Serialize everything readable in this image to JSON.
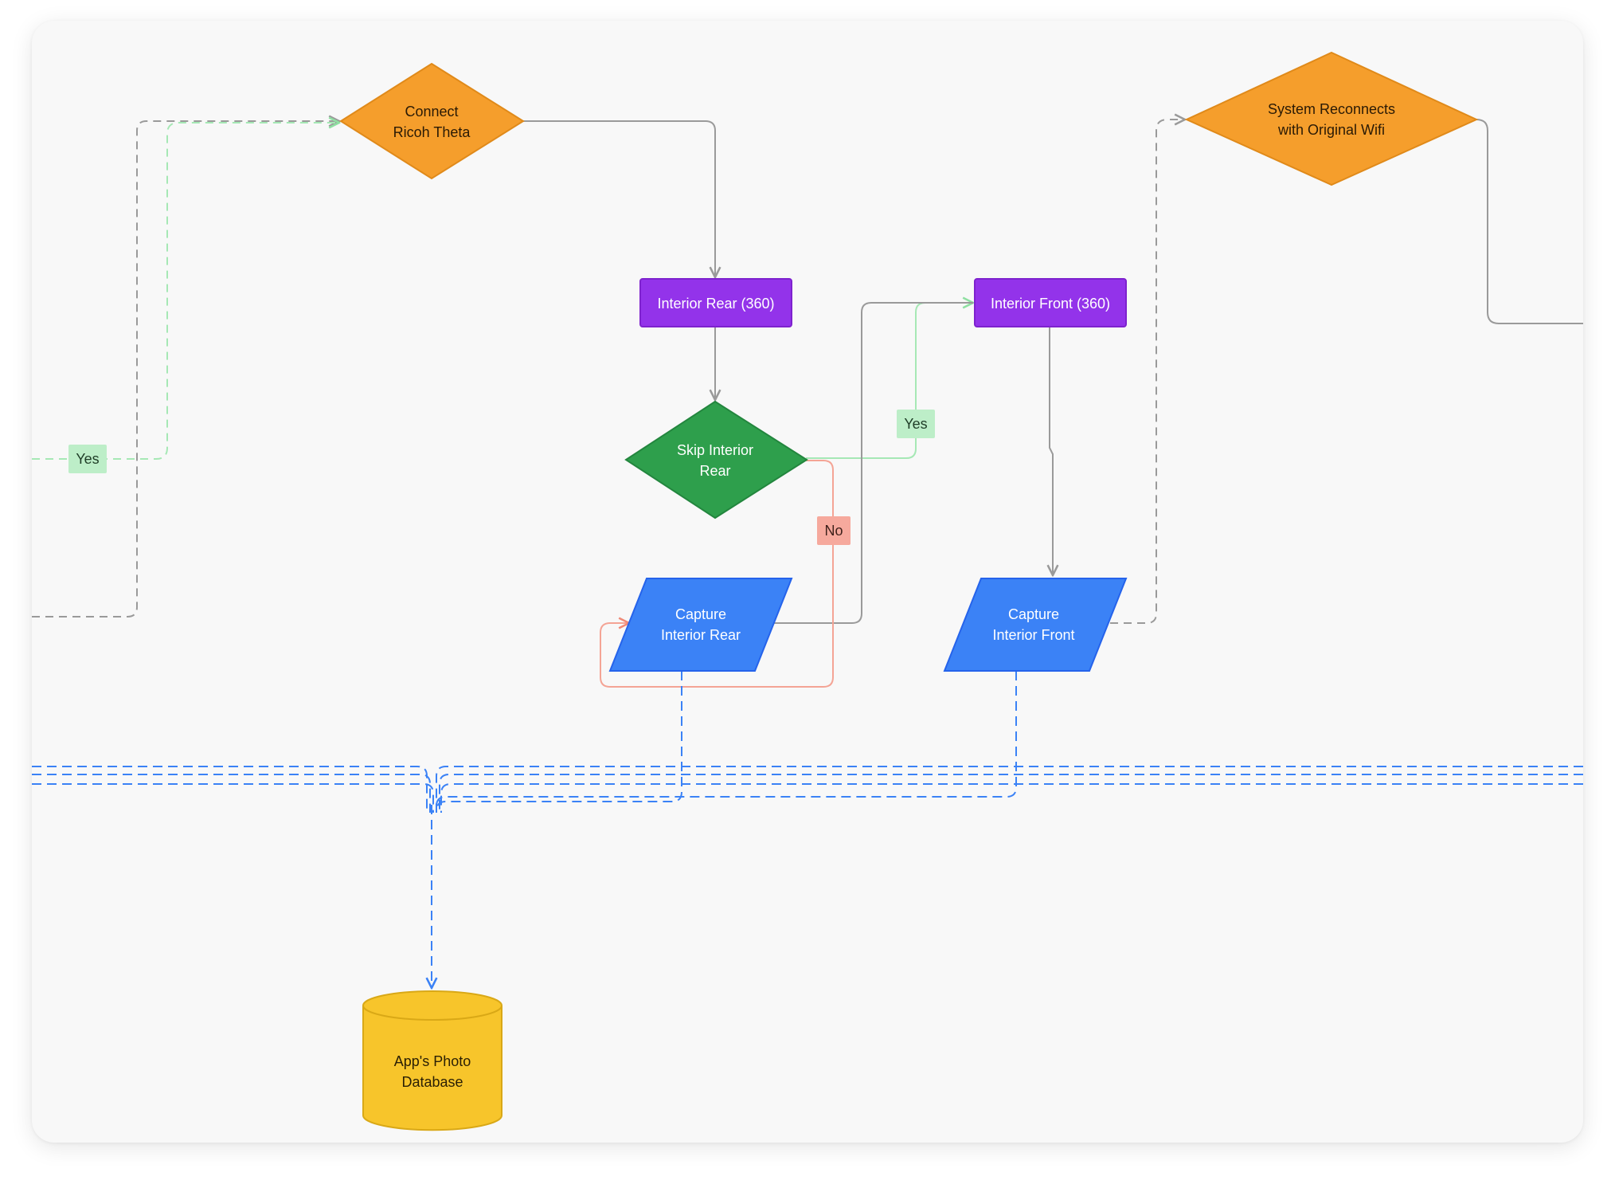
{
  "nodes": {
    "connect": {
      "line1": "Connect",
      "line2": "Ricoh Theta",
      "fill": "#f59e2c"
    },
    "reconnect": {
      "line1": "System Reconnects",
      "line2": "with Original Wifi",
      "fill": "#f59e2c"
    },
    "interior_rear": {
      "label": "Interior Rear (360)",
      "fill": "#9333ea"
    },
    "interior_front": {
      "label": "Interior Front (360)",
      "fill": "#9333ea"
    },
    "skip_rear": {
      "line1": "Skip Interior",
      "line2": "Rear",
      "fill": "#2e9f4c"
    },
    "capture_rear": {
      "line1": "Capture",
      "line2": "Interior Rear",
      "fill": "#3b82f6"
    },
    "capture_front": {
      "line1": "Capture",
      "line2": "Interior Front",
      "fill": "#3b82f6"
    },
    "database": {
      "line1": "App's Photo",
      "line2": "Database",
      "fill": "#f7c52b"
    }
  },
  "edge_labels": {
    "yes_left": "Yes",
    "yes_skip": "Yes",
    "no_skip": "No"
  },
  "colors": {
    "yes": "#bdeec8",
    "no": "#f6a99d",
    "connector": "#9a9a9a",
    "data_flow": "#3b82f6"
  }
}
